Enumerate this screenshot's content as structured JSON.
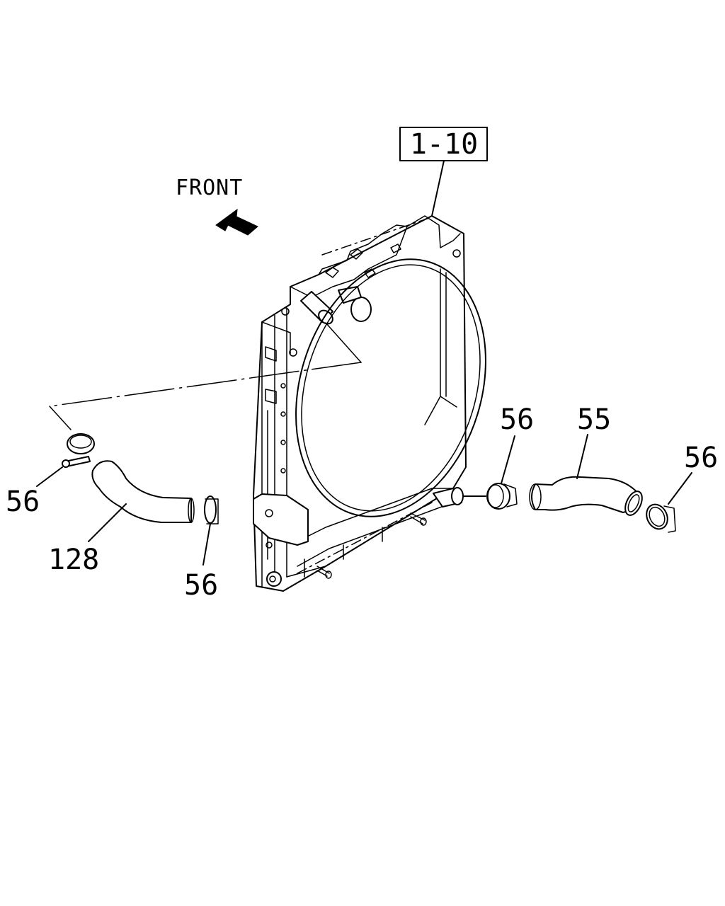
{
  "diagram": {
    "assembly_ref": "1-10",
    "direction_label": "FRONT",
    "callouts": [
      {
        "id": "clamp-left-upper",
        "text": "56"
      },
      {
        "id": "hose-upper",
        "text": "128"
      },
      {
        "id": "clamp-left-lower",
        "text": "56"
      },
      {
        "id": "clamp-right-inner",
        "text": "56"
      },
      {
        "id": "hose-lower",
        "text": "55"
      },
      {
        "id": "clamp-right-outer",
        "text": "56"
      }
    ]
  }
}
